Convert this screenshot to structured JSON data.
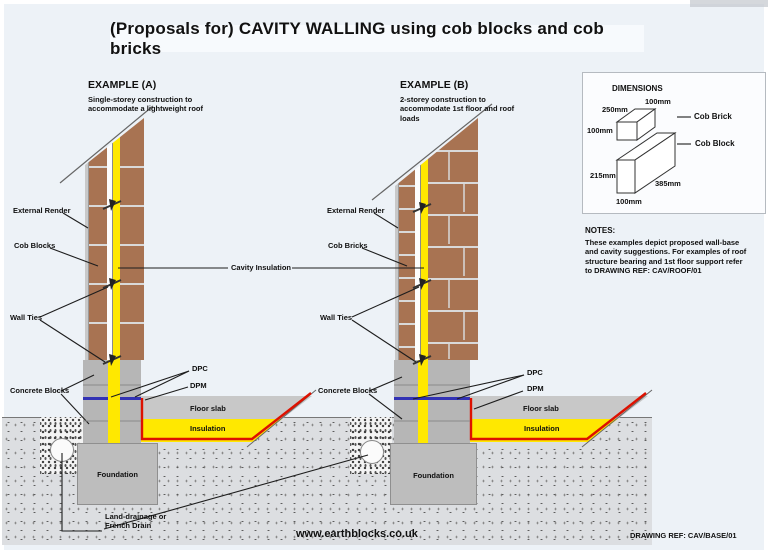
{
  "title": "(Proposals for) CAVITY WALLING using cob blocks and cob bricks",
  "examples": {
    "a": {
      "heading": "EXAMPLE (A)",
      "description": "Single-storey construction to\naccommodate a lightweight roof"
    },
    "b": {
      "heading": "EXAMPLE (B)",
      "description": "2-storey construction to\naccommodate 1st floor and roof\nloads"
    }
  },
  "labels": {
    "external_render": "External Render",
    "cob_blocks": "Cob Blocks",
    "cob_bricks": "Cob Bricks",
    "wall_ties": "Wall Ties",
    "cavity_insulation": "Cavity Insulation",
    "concrete_blocks": "Concrete Blocks",
    "dpc": "DPC",
    "dpm": "DPM",
    "floor_slab": "Floor slab",
    "insulation": "Insulation",
    "foundation": "Foundation",
    "land_drainage": "Land-drainage or\nFrench Drain"
  },
  "dimensions_panel": {
    "title": "DIMENSIONS",
    "cob_brick": {
      "label": "Cob Brick",
      "length": "250mm",
      "width": "100mm",
      "height": "100mm"
    },
    "cob_block": {
      "label": "Cob Block",
      "length": "385mm",
      "width": "100mm",
      "height": "215mm"
    }
  },
  "notes": {
    "heading": "NOTES:",
    "body": "These examples depict proposed wall-base\nand cavity suggestions. For examples of roof\nstructure bearing and 1st floor support refer\nto DRAWING REF: CAV/ROOF/01"
  },
  "footer": {
    "website": "www.earthblocks.co.uk",
    "drawing_ref": "DRAWING REF: CAV/BASE/01"
  },
  "colors": {
    "cob": "#a87352",
    "insulation_yellow": "#ffe800",
    "concrete_gray": "#b6b6b6",
    "slab_gray": "#c8c8c8",
    "render_gray": "#c9c9c9",
    "dpc_blue": "#3232b4",
    "dpm_red": "#dd1100",
    "ground_gray": "#dcdee1"
  }
}
